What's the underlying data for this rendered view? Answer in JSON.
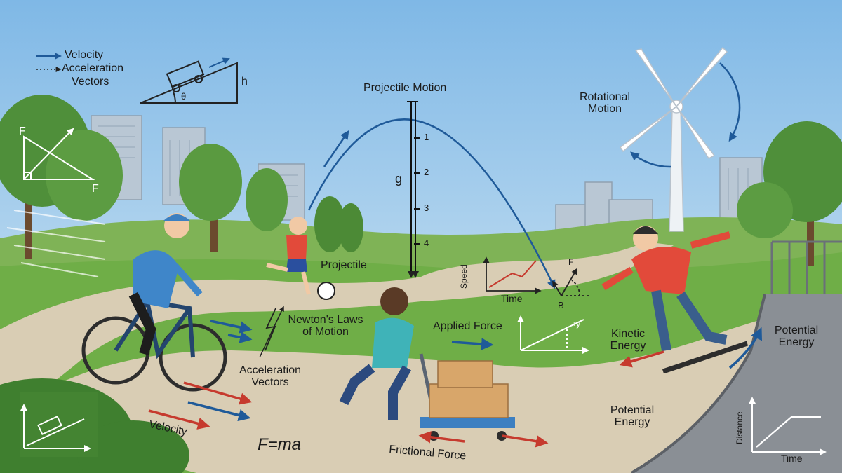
{
  "legend": {
    "velocity": "Velocity",
    "acceleration_line1": "Acceleration",
    "acceleration_line2": "Vectors"
  },
  "incline": {
    "angle": "θ",
    "height": "h"
  },
  "force_triangle": {
    "f_top": "F",
    "f_bottom": "F"
  },
  "projectile_motion": {
    "title": "Projectile Motion",
    "gravity": "g",
    "ticks": [
      "1",
      "2",
      "3",
      "4"
    ],
    "projectile_label": "Projectile"
  },
  "rotational_motion": {
    "line1": "Rotational",
    "line2": "Motion"
  },
  "speed_time_graph": {
    "ylabel": "Speed",
    "xlabel": "Time"
  },
  "vector_b": {
    "force": "F",
    "point": "B"
  },
  "newtons_laws": {
    "line1": "Newton's Laws",
    "line2": "of Motion"
  },
  "applied_force": "Applied Force",
  "plus_y": "+y",
  "acceleration_vectors": {
    "line1": "Acceleration",
    "line2": "Vectors"
  },
  "velocity_label": "Velocity",
  "formula": "F=ma",
  "frictional_force": "Frictional Force",
  "kinetic_energy": {
    "line1": "Kinetic",
    "line2": "Energy"
  },
  "potential_energy_right": {
    "line1": "Potential",
    "line2": "Energy"
  },
  "potential_energy_ramp": {
    "line1": "Potential",
    "line2": "Energy"
  },
  "distance_time_graph": {
    "ylabel": "Distance",
    "xlabel": "Time"
  },
  "colors": {
    "sky_top": "#7fb8e6",
    "sky_bottom": "#dcecf5",
    "grass": "#6fae47",
    "path": "#d9cdb4",
    "vector_blue": "#1f5a99",
    "vector_red": "#c63a2e",
    "ramp": "#8a8f95"
  }
}
